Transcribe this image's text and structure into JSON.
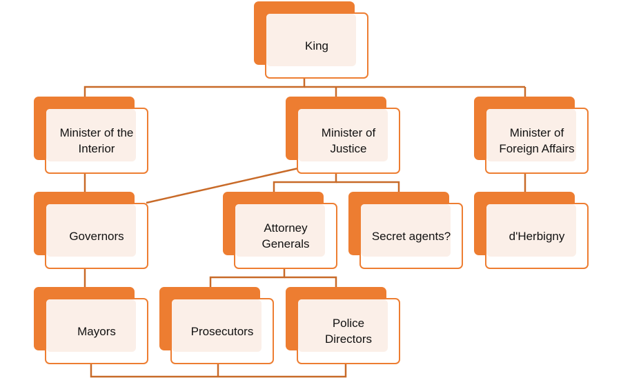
{
  "diagram": {
    "accent_color": "#ED7D31",
    "nodes": {
      "king": "King",
      "minister_interior": "Minister of the\nInterior",
      "minister_justice": "Minister of\nJustice",
      "minister_foreign": "Minister of\nForeign Affairs",
      "governors": "Governors",
      "attorney_generals": "Attorney\nGenerals",
      "secret_agents": "Secret agents?",
      "dherbigny": "d'Herbigny",
      "mayors": "Mayors",
      "prosecutors": "Prosecutors",
      "police_directors": "Police\nDirectors"
    }
  }
}
